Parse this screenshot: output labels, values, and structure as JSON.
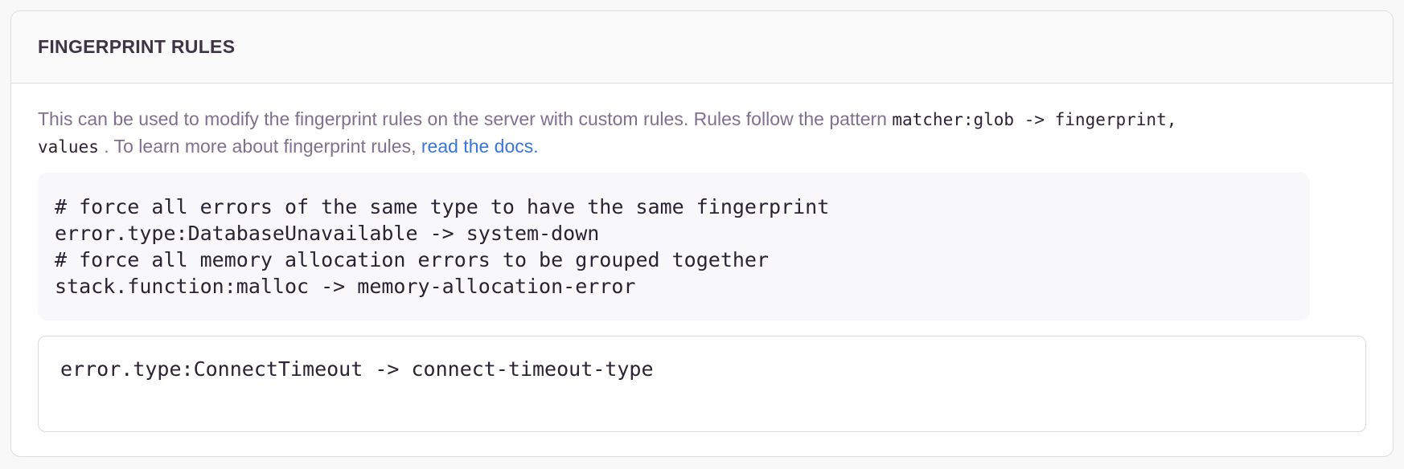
{
  "panel": {
    "title": "FINGERPRINT RULES"
  },
  "description": {
    "text_before_pattern": "This can be used to modify the fingerprint rules on the server with custom rules. Rules follow the pattern ",
    "pattern_code_line1": "matcher:glob -> fingerprint,",
    "pattern_code_line2": "values",
    "text_after_pattern": " . To learn more about fingerprint rules, ",
    "link_text": "read the docs",
    "text_end": "."
  },
  "example_block": {
    "lines": [
      "# force all errors of the same type to have the same fingerprint",
      "error.type:DatabaseUnavailable -> system-down",
      "# force all memory allocation errors to be grouped together",
      "stack.function:malloc -> memory-allocation-error"
    ]
  },
  "editor": {
    "value": "error.type:ConnectTimeout -> connect-timeout-type"
  },
  "colors": {
    "link_blue": "#3C74DD",
    "body_text": "#80708F",
    "code_text": "#2B2233",
    "heading_text": "#3E3446",
    "panel_border": "#DFDBE4",
    "header_background": "#FAFAFB",
    "code_block_background": "#F8F8FA",
    "page_background": "#F8F8F9"
  }
}
